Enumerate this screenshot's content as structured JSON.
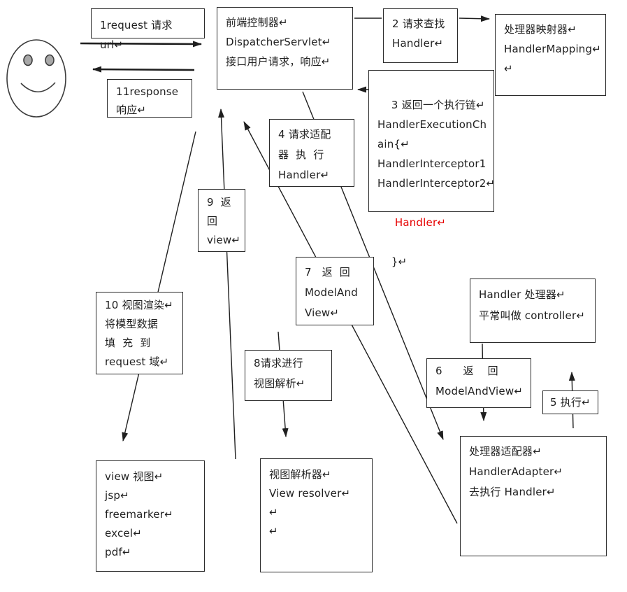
{
  "diagram": {
    "boxes": {
      "request_url": {
        "lines": [
          "1request 请求  url↵"
        ]
      },
      "front_controller": {
        "lines": [
          "前端控制器↵",
          "DispatcherServlet↵",
          "接口用户请求，响应↵"
        ]
      },
      "step2": {
        "lines": [
          "2 请求查找",
          "Handler↵"
        ]
      },
      "handler_mapping": {
        "lines": [
          "处理器映射器↵",
          "HandlerMapping↵",
          "↵"
        ]
      },
      "step3": {
        "lines": [
          "3 返回一个执行链↵",
          "HandlerExecutionCh",
          "ain{↵",
          "HandlerInterceptor1",
          "HandlerInterceptor2↵"
        ],
        "highlight": " Handler↵",
        "closing": "}↵"
      },
      "response": {
        "lines": [
          "11response",
          "响应↵"
        ]
      },
      "step4": {
        "lines": [
          "4 请求适配",
          "器  执  行",
          "Handler↵"
        ]
      },
      "step9": {
        "lines": [
          "9  返",
          "回",
          "view↵"
        ]
      },
      "step7": {
        "lines": [
          "7   返  回",
          "ModelAnd",
          "View↵"
        ]
      },
      "step10": {
        "lines": [
          "10 视图渲染↵",
          "将模型数据",
          "填  充  到",
          "request 域↵"
        ]
      },
      "step8": {
        "lines": [
          "8请求进行",
          "视图解析↵"
        ]
      },
      "handler": {
        "lines": [
          "Handler 处理器↵",
          "平常叫做 controller↵"
        ]
      },
      "step6": {
        "lines": [
          "6      返    回",
          "ModelAndView↵"
        ]
      },
      "step5": {
        "lines": [
          "5 执行↵"
        ]
      },
      "handler_adapter": {
        "lines": [
          "处理器适配器↵",
          "HandlerAdapter↵",
          "去执行 Handler↵"
        ]
      },
      "view": {
        "lines": [
          "view 视图↵",
          "jsp↵",
          "freemarker↵",
          "excel↵",
          "pdf↵"
        ]
      },
      "view_resolver": {
        "lines": [
          "视图解析器↵",
          "View resolver↵",
          "↵",
          "↵"
        ]
      }
    },
    "icons": {
      "user": "smiley-face-icon"
    },
    "colors": {
      "highlight": "#e60000",
      "line": "#1f1f1f",
      "border": "#2b2b2b",
      "text": "#1f1f1f",
      "background": "#ffffff"
    }
  }
}
